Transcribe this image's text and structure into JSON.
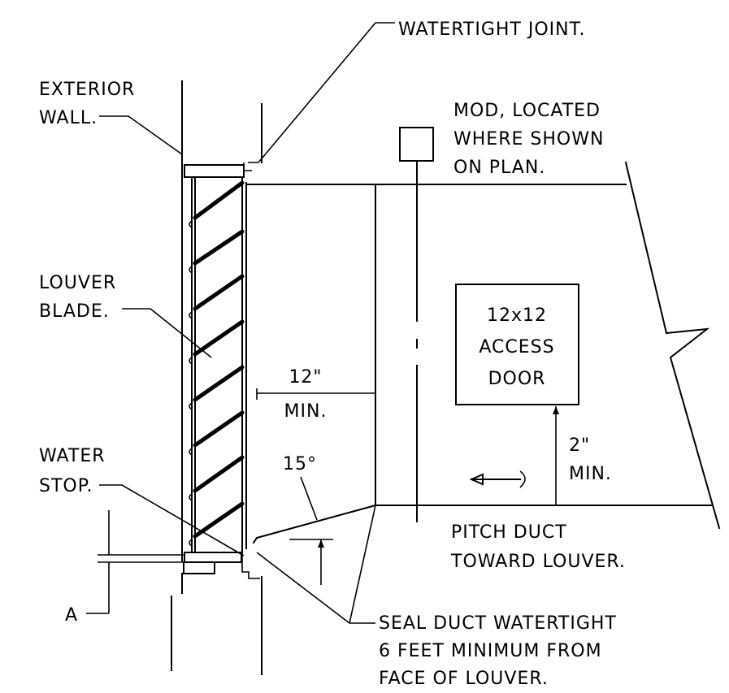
{
  "labels": {
    "watertight_joint": "WATERTIGHT JOINT.",
    "exterior_wall_line1": "EXTERIOR",
    "exterior_wall_line2": "WALL.",
    "mod_line1": "MOD, LOCATED",
    "mod_line2": "WHERE SHOWN",
    "mod_line3": "ON PLAN.",
    "louver_blade_line1": "LOUVER",
    "louver_blade_line2": "BLADE.",
    "access_door_line1": "12x12",
    "access_door_line2": "ACCESS",
    "access_door_line3": "DOOR",
    "dim_12_line1": "12\"",
    "dim_12_line2": "MIN.",
    "dim_2_line1": "2\"",
    "dim_2_line2": "MIN.",
    "water_stop_line1": "WATER",
    "water_stop_line2": "STOP.",
    "angle": "15°",
    "pitch_line1": "PITCH DUCT",
    "pitch_line2": "TOWARD LOUVER.",
    "dim_a": "A",
    "seal_line1": "SEAL DUCT WATERTIGHT",
    "seal_line2": "6 FEET MINIMUM FROM",
    "seal_line3": "FACE OF LOUVER."
  }
}
